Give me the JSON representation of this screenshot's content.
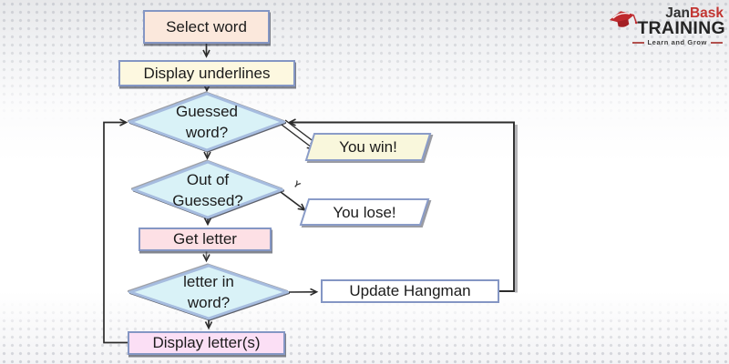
{
  "logo": {
    "jan": "Jan",
    "bask": "Bask",
    "training": "TRAINING",
    "tagline": "Learn and Grow",
    "cap_color": "#bf2a2e",
    "accent_red": "#c23531"
  },
  "flowchart": {
    "nodes": [
      {
        "id": "select-word",
        "type": "process",
        "label": "Select word",
        "fill": "#fbe8dc"
      },
      {
        "id": "display-underlines",
        "type": "process",
        "label": "Display underlines",
        "fill": "#fdf8e0"
      },
      {
        "id": "guessed-word",
        "type": "decision",
        "label_lines": [
          "Guessed",
          "word?"
        ],
        "fill": "#d9f2f7"
      },
      {
        "id": "you-win",
        "type": "input-output",
        "label": "You win!",
        "fill": "#f9f7dc"
      },
      {
        "id": "out-of-guessed",
        "type": "decision",
        "label_lines": [
          "Out of",
          "Guessed?"
        ],
        "fill": "#d9f2f7"
      },
      {
        "id": "you-lose",
        "type": "input-output",
        "label": "You lose!",
        "fill": "#ffffff"
      },
      {
        "id": "get-letter",
        "type": "process",
        "label": "Get letter",
        "fill": "#fde0e5"
      },
      {
        "id": "letter-in-word",
        "type": "decision",
        "label_lines": [
          "letter in",
          "word?"
        ],
        "fill": "#d9f2f7"
      },
      {
        "id": "update-hangman",
        "type": "process",
        "label": "Update Hangman",
        "fill": "#ffffff"
      },
      {
        "id": "display-letters",
        "type": "process",
        "label": "Display letter(s)",
        "fill": "#fbdff5"
      }
    ],
    "edges": [
      {
        "from": "select-word",
        "to": "display-underlines",
        "label": ""
      },
      {
        "from": "display-underlines",
        "to": "guessed-word",
        "label": ""
      },
      {
        "from": "guessed-word",
        "to": "you-win",
        "label": ""
      },
      {
        "from": "guessed-word",
        "to": "out-of-guessed",
        "label": ""
      },
      {
        "from": "out-of-guessed",
        "to": "you-lose",
        "label": "Y"
      },
      {
        "from": "out-of-guessed",
        "to": "get-letter",
        "label": ""
      },
      {
        "from": "get-letter",
        "to": "letter-in-word",
        "label": ""
      },
      {
        "from": "letter-in-word",
        "to": "update-hangman",
        "label": ""
      },
      {
        "from": "letter-in-word",
        "to": "display-letters",
        "label": ""
      },
      {
        "from": "update-hangman",
        "to": "guessed-word",
        "label": ""
      },
      {
        "from": "display-letters",
        "to": "guessed-word",
        "label": ""
      }
    ],
    "colors": {
      "rect_border": "#8496c4",
      "diamond_border": "#a6bcdf",
      "diamond_fill": "#d9f2f7",
      "line_dark": "#2b2b2b",
      "line_gray": "#707070"
    }
  }
}
